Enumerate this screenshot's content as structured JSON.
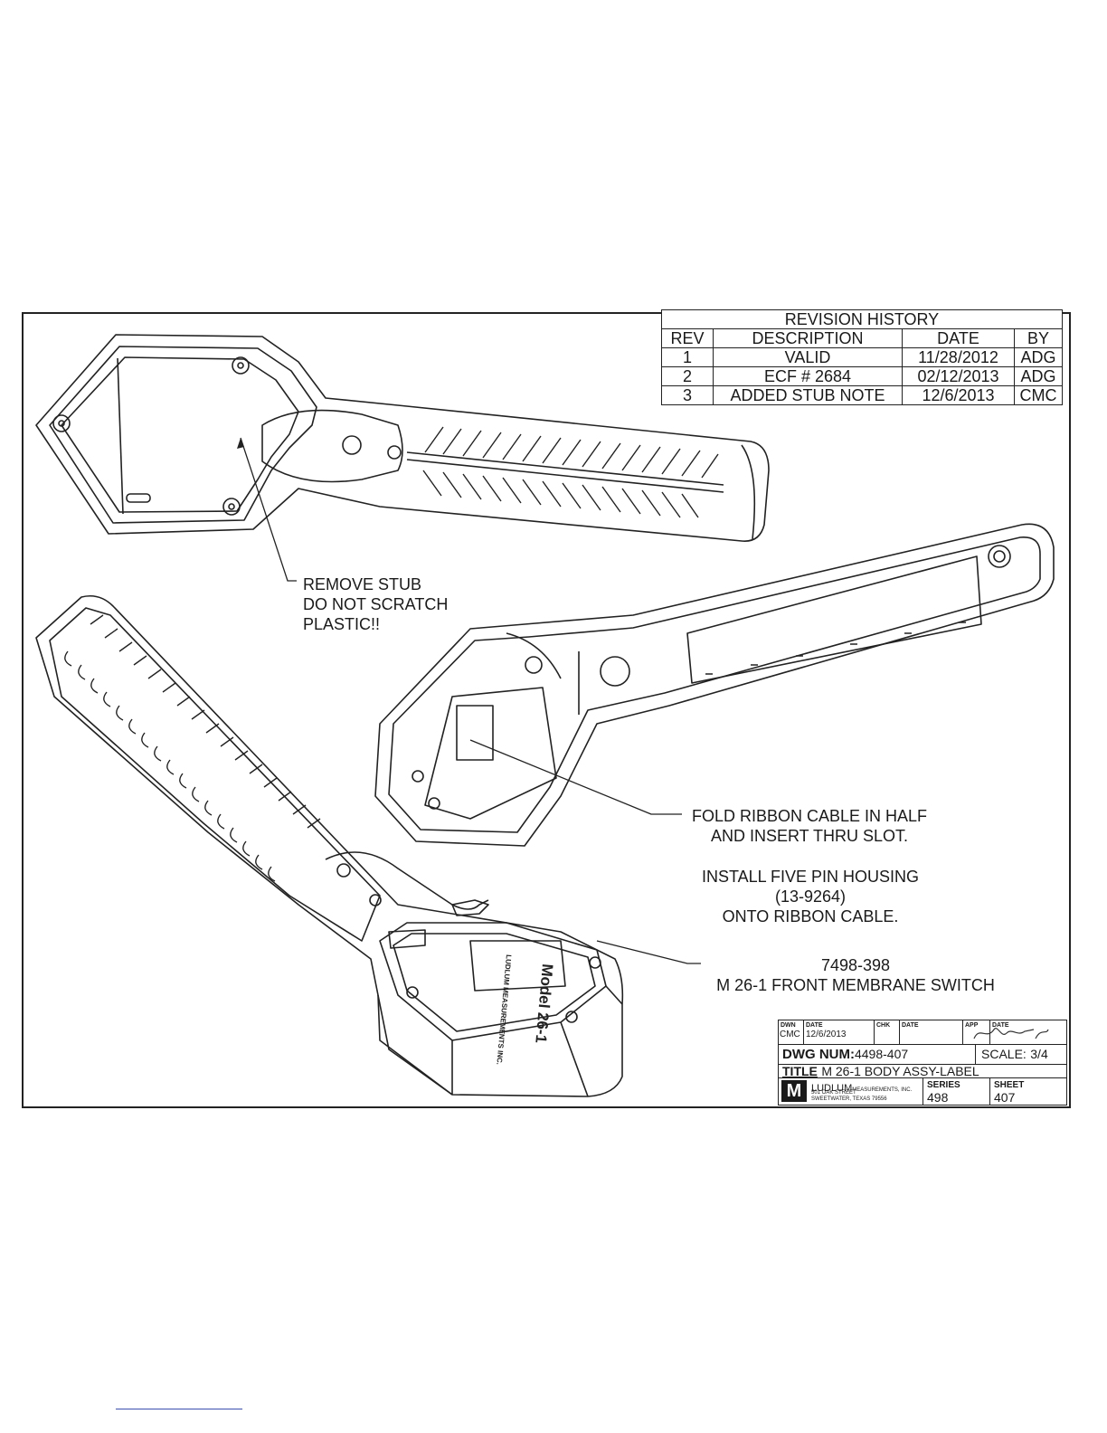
{
  "revision_history": {
    "title": "REVISION HISTORY",
    "columns": [
      "REV",
      "DESCRIPTION",
      "DATE",
      "BY"
    ],
    "rows": [
      [
        "1",
        "VALID",
        "11/28/2012",
        "ADG"
      ],
      [
        "2",
        "ECF # 2684",
        "02/12/2013",
        "ADG"
      ],
      [
        "3",
        "ADDED STUB NOTE",
        "12/6/2013",
        "CMC"
      ]
    ]
  },
  "notes": {
    "stub_1": "REMOVE STUB",
    "stub_2": "DO NOT SCRATCH",
    "stub_3": "PLASTIC!!",
    "ribbon_1": "FOLD RIBBON CABLE IN HALF",
    "ribbon_2": "AND INSERT THRU SLOT.",
    "housing_1": "INSTALL FIVE PIN HOUSING",
    "housing_2": "(13-9264)",
    "housing_3": "ONTO RIBBON CABLE.",
    "switch_1": "7498-398",
    "switch_2": "M 26-1 FRONT MEMBRANE SWITCH"
  },
  "part_labels": {
    "model": "Model 26-1",
    "maker": "LUDLUM MEASUREMENTS INC."
  },
  "title_block": {
    "dwn_label": "DWN",
    "dwn_value": "CMC",
    "date_label": "DATE",
    "date_value": "12/6/2013",
    "chk_label": "CHK",
    "chk_date_label": "DATE",
    "app_label": "APP",
    "app_date_label": "DATE",
    "dwg_num_label": "DWG NUM:",
    "dwg_num_value": "4498-407",
    "scale_label": "SCALE:",
    "scale_value": "3/4",
    "title_label": "TITLE",
    "title_value": "M 26-1 BODY ASSY-LABEL",
    "logo_letter": "M",
    "company": "LUDLUM",
    "company_suffix": "MEASUREMENTS, INC.",
    "address_1": "501 OAK STREET",
    "address_2": "SWEETWATER, TEXAS 79556",
    "series_label": "SERIES",
    "series_value": "498",
    "sheet_label": "SHEET",
    "sheet_value": "407"
  }
}
